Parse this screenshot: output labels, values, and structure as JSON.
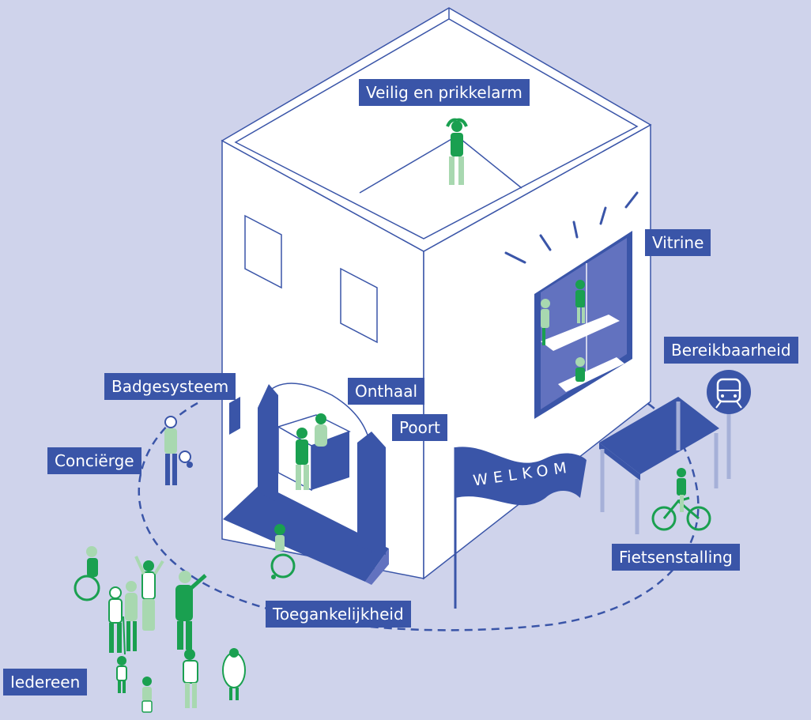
{
  "colors": {
    "background": "#cfd3eb",
    "blue": "#3a55a8",
    "white": "#ffffff",
    "green": "#1aa050",
    "light_green": "#a8d8b0"
  },
  "labels": {
    "veilig": "Veilig en prikkelarm",
    "vitrine": "Vitrine",
    "bereikbaarheid": "Bereikbaarheid",
    "badgesysteem": "Badgesysteem",
    "onthaal": "Onthaal",
    "poort": "Poort",
    "concierge": "Conciërge",
    "fietsenstalling": "Fietsenstalling",
    "toegankelijkheid": "Toegankelijkheid",
    "iedereen": "Iedereen"
  },
  "flag": {
    "text": "WELKOM"
  },
  "icons": {
    "train": "train-icon",
    "bicycle": "bicycle-icon",
    "wheelchair": "wheelchair-icon"
  }
}
